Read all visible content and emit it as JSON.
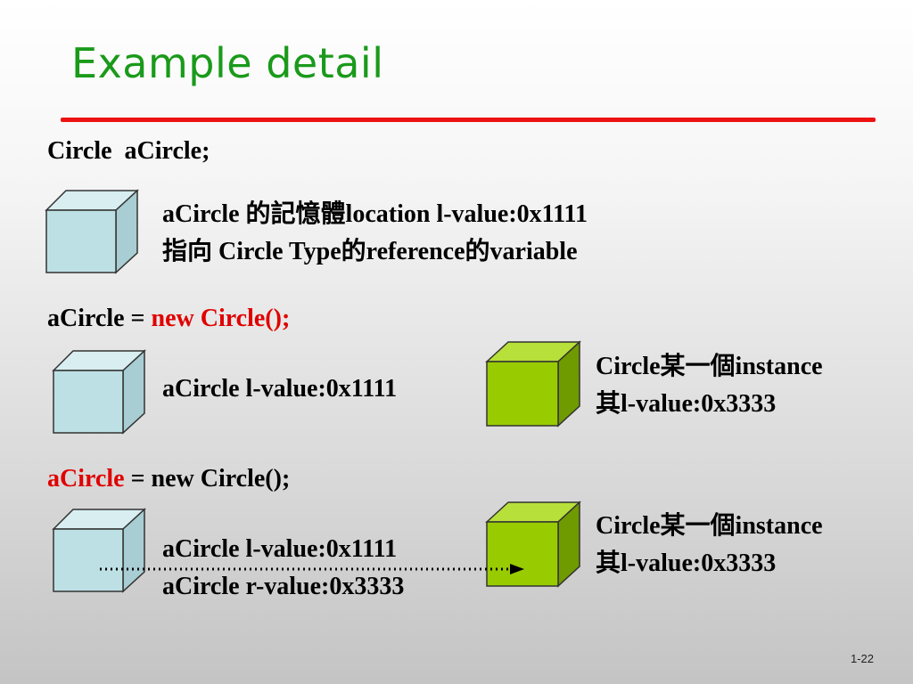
{
  "title": "Example detail",
  "colors": {
    "title": "#1a9a1a",
    "rule": "#ee1111",
    "highlight": "#e00000",
    "variable_box": "#bde0e4",
    "instance_box": "#99cc00"
  },
  "section1": {
    "code": "Circle  aCircle;",
    "desc_line1": "aCircle 的記憶體location l-value:0x1111",
    "desc_line2": "指向 Circle Type的reference的variable"
  },
  "section2": {
    "code_lhs": "aCircle = ",
    "code_rhs": "new Circle();",
    "var_label": "aCircle l-value:0x1111",
    "instance_line1": "Circle某一個instance",
    "instance_line2": "其l-value:0x3333"
  },
  "section3": {
    "code_lhs": "aCircle",
    "code_rhs": " = new Circle();",
    "var_label_line1": "aCircle l-value:0x1111",
    "var_label_line2": "aCircle r-value:0x3333",
    "instance_line1": "Circle某一個instance",
    "instance_line2": "其l-value:0x3333"
  },
  "page_number": "1-22"
}
